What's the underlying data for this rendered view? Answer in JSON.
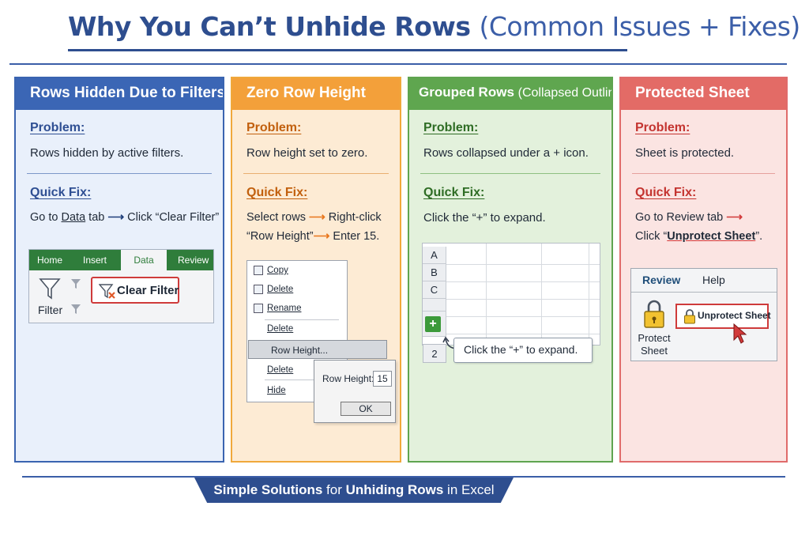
{
  "header": {
    "title_main": "Why You Can’t Unhide Rows",
    "title_sub": "(Common Issues + Fixes)"
  },
  "cards": [
    {
      "title": "Rows Hidden Due to Filters",
      "problem_label": "Problem:",
      "problem_text": "Rows hidden by active filters.",
      "fix_label": "Quick Fix:",
      "fix_pre": "Go to ",
      "fix_key": "Data",
      "fix_mid": " tab ",
      "fix_arrow": "⟶",
      "fix_post": " Click “Clear Filter”",
      "ribbon": {
        "tabs": [
          "Home",
          "Insert",
          "Data",
          "Review"
        ],
        "filter_label": "Filter",
        "clear_filter_label": "Clear Filter"
      }
    },
    {
      "title": "Zero Row Height",
      "problem_label": "Problem:",
      "problem_text": "Row height set to zero.",
      "fix_label": "Quick Fix:",
      "fix_line1_pre": "Select rows ",
      "fix_line1_arrow": "⟶",
      "fix_line1_post": " Right-click",
      "fix_line2_pre": "“Row Height”",
      "fix_line2_arrow": "⟶",
      "fix_line2_post": " Enter 15.",
      "menu": {
        "items": [
          "Copy",
          "Delete",
          "Rename",
          "Delete",
          "Row Height...",
          "Delete",
          "Hide"
        ],
        "dialog_label": "Row Height:",
        "dialog_value": "15",
        "dialog_ok": "OK"
      }
    },
    {
      "title": "Grouped Rows",
      "title_paren": "(Collapsed Outline)",
      "problem_label": "Problem:",
      "problem_text": "Rows collapsed under a + icon.",
      "fix_label": "Quick Fix:",
      "fix_text": "Click the “+” to expand.",
      "grid": {
        "row_headers": [
          "A",
          "B",
          "C",
          "2"
        ],
        "plus_symbol": "+",
        "callout": "Click the “+” to expand."
      }
    },
    {
      "title": "Protected Sheet",
      "problem_label": "Problem:",
      "problem_text": "Sheet is protected.",
      "fix_label": "Quick Fix:",
      "fix_line1": "Go to Review tab ",
      "fix_arrow": "⟶",
      "fix_line2_pre": "Click “",
      "fix_line2_key": "Unprotect Sheet",
      "fix_line2_post": "”.",
      "review": {
        "tab_active": "Review",
        "tab_help": "Help",
        "protect_label_1": "Protect",
        "protect_label_2": "Sheet",
        "unprotect_label": "Unprotect Sheet"
      }
    }
  ],
  "footer": {
    "banner_a": "Simple Solutions",
    "banner_b": " for ",
    "banner_c": "Unhiding Rows",
    "banner_d": " in Excel"
  },
  "colors": {
    "title": "#2e4e8f",
    "blue": "#3b66b5",
    "orange": "#f3a03a",
    "green": "#5fa64f",
    "red": "#e36b66"
  }
}
